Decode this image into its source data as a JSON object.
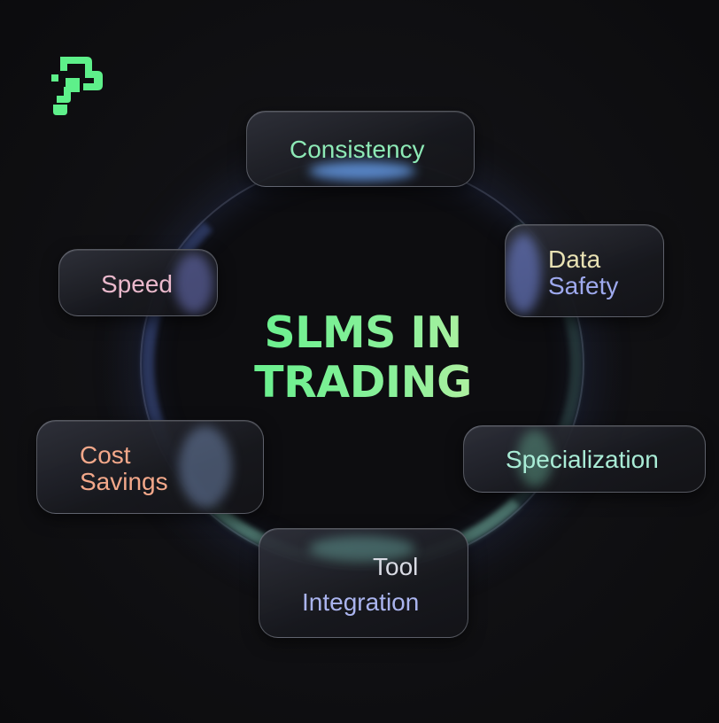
{
  "title": [
    "SLMS IN",
    "TRADING"
  ],
  "benefits": {
    "consistency": {
      "lines": [
        "Consistency"
      ],
      "color": "#8de9b6"
    },
    "data_safety": {
      "lines": [
        "Data",
        "Safety"
      ],
      "colors": [
        "#e9e2b4",
        "#9ea9ee"
      ]
    },
    "specialization": {
      "lines": [
        "Specialization"
      ],
      "color": "#a9ecd6"
    },
    "tool_integration": {
      "lines": [
        "Tool",
        "Integration"
      ],
      "colors": [
        "#d9dbe4",
        "#aab4ee"
      ]
    },
    "cost_savings": {
      "lines": [
        "Cost",
        "Savings"
      ],
      "color": "#f3a88a"
    },
    "speed": {
      "lines": [
        "Speed"
      ],
      "color": "#eab9cc"
    }
  },
  "colors": {
    "accent": "#5ef08a",
    "background": "#0e0e10"
  },
  "icons": {
    "logo": "brand-logo-icon"
  }
}
